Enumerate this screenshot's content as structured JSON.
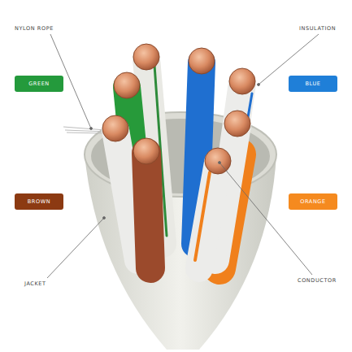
{
  "diagram": {
    "nodes": [
      {
        "text": [
          "GREEN"
        ]
      },
      {
        "text": [
          "BLUE"
        ]
      },
      {
        "text": [
          "BROWN"
        ]
      },
      {
        "text": [
          "ORANGE"
        ]
      }
    ],
    "labels": [
      "NYLON ROPE",
      "INSULATION",
      "JACKET",
      "CONDUCTOR"
    ]
  }
}
